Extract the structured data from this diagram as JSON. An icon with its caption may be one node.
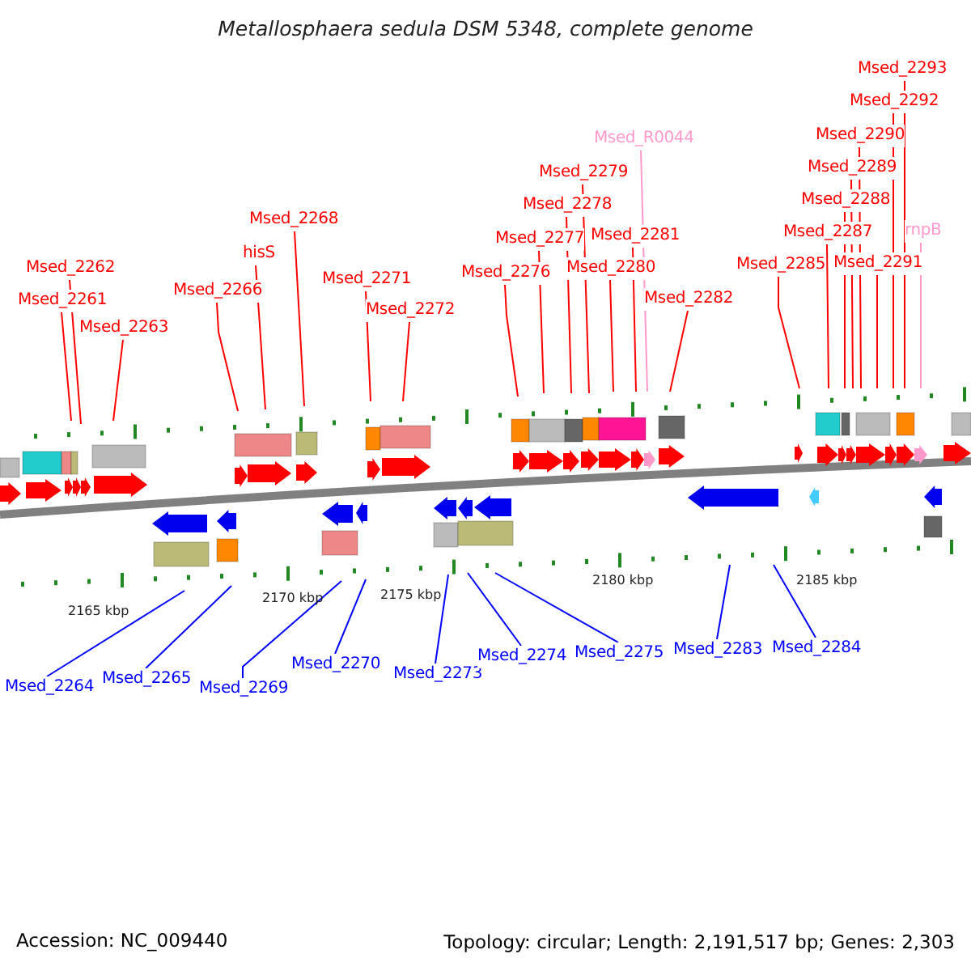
{
  "diagram": {
    "title": "Metallosphaera sedula DSM 5348, complete genome",
    "nodes": [
      {
        "text": [
          "Msed_2262"
        ]
      },
      {
        "text": [
          "Msed_2261"
        ]
      },
      {
        "text": [
          "Msed_2263"
        ]
      },
      {
        "text": [
          "Msed_2266"
        ]
      },
      {
        "text": [
          "hisS"
        ]
      },
      {
        "text": [
          "Msed_2268"
        ]
      },
      {
        "text": [
          "Msed_2271"
        ]
      },
      {
        "text": [
          "Msed_2272"
        ]
      },
      {
        "text": [
          "Msed_2276"
        ]
      },
      {
        "text": [
          "Msed_2277"
        ]
      },
      {
        "text": [
          "Msed_2278"
        ]
      },
      {
        "text": [
          "Msed_2279"
        ]
      },
      {
        "text": [
          "Msed_R0044"
        ]
      },
      {
        "text": [
          "Msed_2281"
        ]
      },
      {
        "text": [
          "Msed_2280"
        ]
      },
      {
        "text": [
          "Msed_2282"
        ]
      },
      {
        "text": [
          "Msed_2285"
        ]
      },
      {
        "text": [
          "Msed_2287"
        ]
      },
      {
        "text": [
          "Msed_2288"
        ]
      },
      {
        "text": [
          "Msed_2289"
        ]
      },
      {
        "text": [
          "Msed_2290"
        ]
      },
      {
        "text": [
          "Msed_2291"
        ]
      },
      {
        "text": [
          "Msed_2292"
        ]
      },
      {
        "text": [
          "Msed_2293"
        ]
      },
      {
        "text": [
          "rnpB"
        ]
      },
      {
        "text": [
          "Msed_2264"
        ]
      },
      {
        "text": [
          "Msed_2265"
        ]
      },
      {
        "text": [
          "Msed_2269"
        ]
      },
      {
        "text": [
          "Msed_2270"
        ]
      },
      {
        "text": [
          "Msed_2273"
        ]
      },
      {
        "text": [
          "Msed_2274"
        ]
      },
      {
        "text": [
          "Msed_2275"
        ]
      },
      {
        "text": [
          "Msed_2283"
        ]
      },
      {
        "text": [
          "Msed_2284"
        ]
      }
    ],
    "edges": [
      {
        "from": 0,
        "to": null,
        "arrow": "none"
      },
      {
        "from": 1,
        "to": null,
        "arrow": "none"
      },
      {
        "from": 2,
        "to": null,
        "arrow": "none"
      },
      {
        "from": 3,
        "to": null,
        "arrow": "none"
      },
      {
        "from": 4,
        "to": null,
        "arrow": "none"
      },
      {
        "from": 5,
        "to": null,
        "arrow": "none"
      },
      {
        "from": 6,
        "to": null,
        "arrow": "none"
      },
      {
        "from": 7,
        "to": null,
        "arrow": "none"
      },
      {
        "from": 8,
        "to": null,
        "arrow": "none"
      },
      {
        "from": 9,
        "to": null,
        "arrow": "none"
      },
      {
        "from": 10,
        "to": null,
        "arrow": "none"
      },
      {
        "from": 11,
        "to": null,
        "arrow": "none"
      },
      {
        "from": 12,
        "to": null,
        "arrow": "none",
        "color": "#ff99cc"
      },
      {
        "from": 13,
        "to": null,
        "arrow": "none"
      },
      {
        "from": 14,
        "to": null,
        "arrow": "none"
      },
      {
        "from": 15,
        "to": null,
        "arrow": "none"
      },
      {
        "from": 16,
        "to": null,
        "arrow": "none"
      },
      {
        "from": 17,
        "to": null,
        "arrow": "none"
      },
      {
        "from": 18,
        "to": null,
        "arrow": "none"
      },
      {
        "from": 19,
        "to": null,
        "arrow": "none"
      },
      {
        "from": 20,
        "to": null,
        "arrow": "none"
      },
      {
        "from": 21,
        "to": null,
        "arrow": "none"
      },
      {
        "from": 22,
        "to": null,
        "arrow": "none"
      },
      {
        "from": 23,
        "to": null,
        "arrow": "none"
      },
      {
        "from": 24,
        "to": null,
        "arrow": "none",
        "color": "#ff99cc"
      },
      {
        "from": 25,
        "to": null,
        "arrow": "none",
        "color": "#0000ff"
      },
      {
        "from": 26,
        "to": null,
        "arrow": "none",
        "color": "#0000ff"
      },
      {
        "from": 27,
        "to": null,
        "arrow": "none",
        "color": "#0000ff"
      },
      {
        "from": 28,
        "to": null,
        "arrow": "none",
        "color": "#0000ff"
      },
      {
        "from": 29,
        "to": null,
        "arrow": "none",
        "color": "#0000ff"
      },
      {
        "from": 30,
        "to": null,
        "arrow": "none",
        "color": "#0000ff"
      },
      {
        "from": 31,
        "to": null,
        "arrow": "none",
        "color": "#0000ff"
      },
      {
        "from": 32,
        "to": null,
        "arrow": "none",
        "color": "#0000ff"
      },
      {
        "from": 33,
        "to": null,
        "arrow": "none",
        "color": "#0000ff"
      }
    ],
    "labels": [
      "2165 kbp",
      "2170 kbp",
      "2175 kbp",
      "2180 kbp",
      "2185 kbp",
      "Accession: NC_009440",
      "Topology: circular; Length: 2,191,517 bp; Genes: 2,303"
    ]
  }
}
